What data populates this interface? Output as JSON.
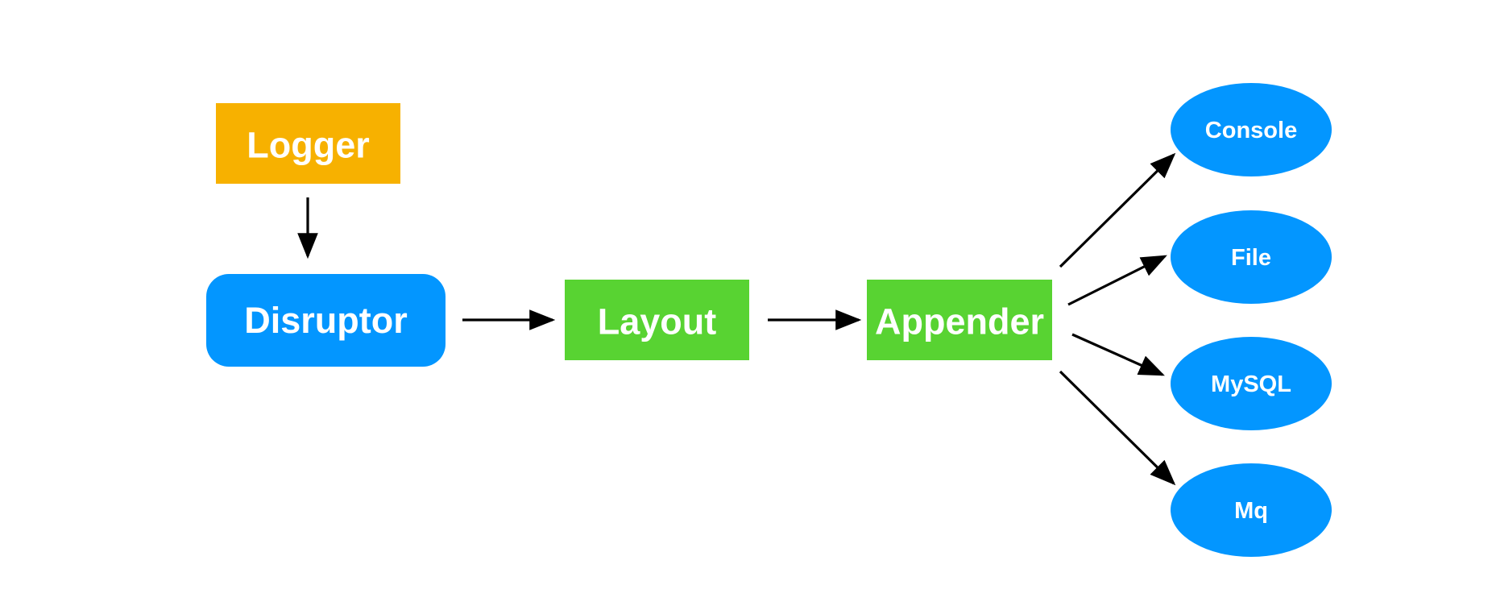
{
  "colors": {
    "logger": "#F7B100",
    "disruptor": "#0396FF",
    "green": "#58D332",
    "sink": "#0396FF",
    "arrow": "#000000",
    "text": "#FFFFFF"
  },
  "nodes": {
    "logger": "Logger",
    "disruptor": "Disruptor",
    "layout": "Layout",
    "appender": "Appender",
    "console": "Console",
    "file": "File",
    "mysql": "MySQL",
    "mq": "Mq"
  },
  "edges": [
    {
      "from": "logger",
      "to": "disruptor"
    },
    {
      "from": "disruptor",
      "to": "layout"
    },
    {
      "from": "layout",
      "to": "appender"
    },
    {
      "from": "appender",
      "to": "console"
    },
    {
      "from": "appender",
      "to": "file"
    },
    {
      "from": "appender",
      "to": "mysql"
    },
    {
      "from": "appender",
      "to": "mq"
    }
  ]
}
